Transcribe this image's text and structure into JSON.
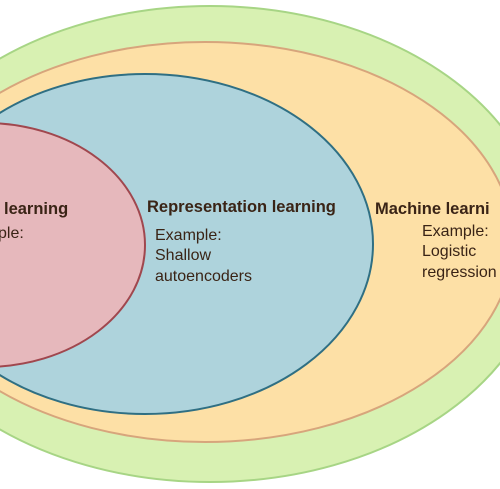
{
  "colors": {
    "ai_fill": "#d8f1b2",
    "ai_stroke": "#a7d585",
    "ml_fill": "#fde0a6",
    "ml_stroke": "#d7a57c",
    "rl_fill": "#aed3dc",
    "rl_stroke": "#2f6f83",
    "dl_fill": "#e6b8bc",
    "dl_stroke": "#a0474e",
    "text": "#3a2416"
  },
  "deep_learning": {
    "title": "learning",
    "example_label": "ple:"
  },
  "representation_learning": {
    "title": "Representation learning",
    "example_label": "Example:",
    "example_line1": "Shallow",
    "example_line2": "autoencoders"
  },
  "machine_learning": {
    "title": "Machine learni",
    "example_label": "Example:",
    "example_line1": "Logistic",
    "example_line2": "regression"
  }
}
